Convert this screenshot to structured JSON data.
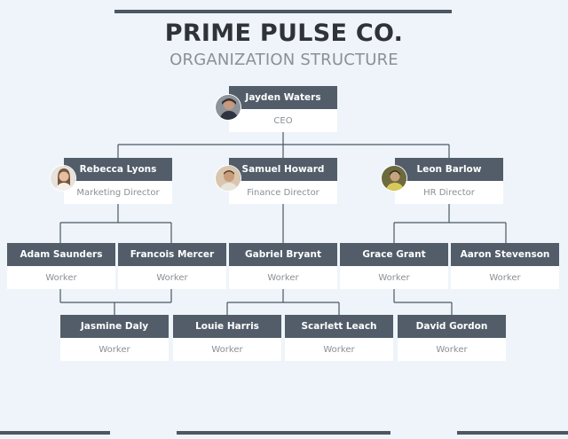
{
  "header": {
    "title": "PRIME PULSE CO.",
    "subtitle": "ORGANIZATION STRUCTURE"
  },
  "people": {
    "ceo": {
      "name": "Jayden Waters",
      "role": "CEO"
    },
    "rebecca": {
      "name": "Rebecca Lyons",
      "role": "Marketing Director"
    },
    "samuel": {
      "name": "Samuel Howard",
      "role": "Finance Director"
    },
    "leon": {
      "name": "Leon Barlow",
      "role": "HR Director"
    },
    "adam": {
      "name": "Adam Saunders",
      "role": "Worker"
    },
    "francois": {
      "name": "Francois Mercer",
      "role": "Worker"
    },
    "gabriel": {
      "name": "Gabriel Bryant",
      "role": "Worker"
    },
    "grace": {
      "name": "Grace Grant",
      "role": "Worker"
    },
    "aaron": {
      "name": "Aaron Stevenson",
      "role": "Worker"
    },
    "jasmine": {
      "name": "Jasmine Daly",
      "role": "Worker"
    },
    "louie": {
      "name": "Louie Harris",
      "role": "Worker"
    },
    "scarlett": {
      "name": "Scarlett Leach",
      "role": "Worker"
    },
    "david": {
      "name": "David Gordon",
      "role": "Worker"
    }
  },
  "avatars": {
    "ceo": "ceo-photo-icon",
    "rebecca": "rebecca-photo-icon",
    "samuel": "samuel-photo-icon",
    "leon": "leon-photo-icon"
  },
  "colors": {
    "background": "#eef4fa",
    "name_band": "#525d69",
    "role_band": "#ffffff",
    "connector": "#4c5763",
    "title": "#2f3338",
    "subtitle": "#8a9096"
  }
}
